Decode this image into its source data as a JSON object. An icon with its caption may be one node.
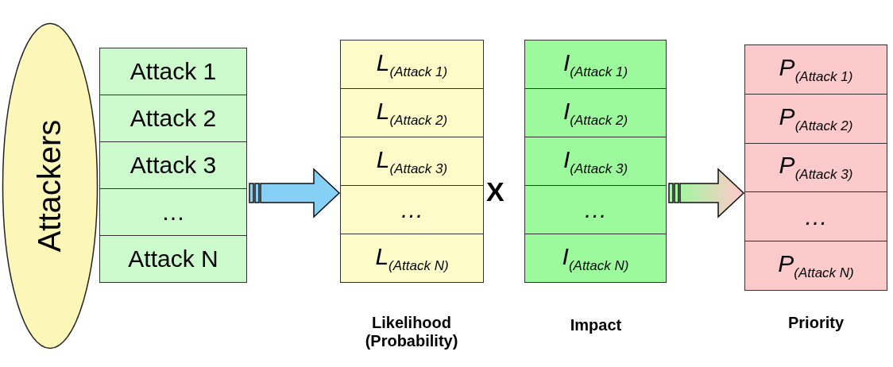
{
  "diagram": {
    "nodes": [
      {
        "text": [
          "Attackers"
        ]
      },
      {
        "text": [
          "Attack 1",
          "Attack 2",
          "Attack 3",
          "…",
          "Attack N"
        ]
      },
      {
        "text": [
          "L$_{(Attack 1)}$",
          "L$_{(Attack 2)}$",
          "L$_{(Attack 3)}$",
          "…",
          "L$_{(Attack N)}$"
        ],
        "beside": [
          "Likelihood (Probability)"
        ]
      },
      {
        "text": [
          "I$_{(Attack 1)}$",
          "I$_{(Attack 2)}$",
          "I$_{(Attack 3)}$",
          "…",
          "I$_{(Attack N)}$"
        ],
        "beside": [
          "Impact"
        ]
      },
      {
        "text": [
          "P$_{(Attack 1)}$",
          "P$_{(Attack 2)}$",
          "P$_{(Attack 3)}$",
          "…",
          "P$_{(Attack N)}$"
        ],
        "beside": [
          "Priority"
        ]
      }
    ],
    "edges": [
      {
        "from": 1,
        "to": 2,
        "arrow": "to"
      },
      {
        "from": 3,
        "to": 4,
        "arrow": "to"
      }
    ],
    "labels": [
      "X"
    ]
  }
}
